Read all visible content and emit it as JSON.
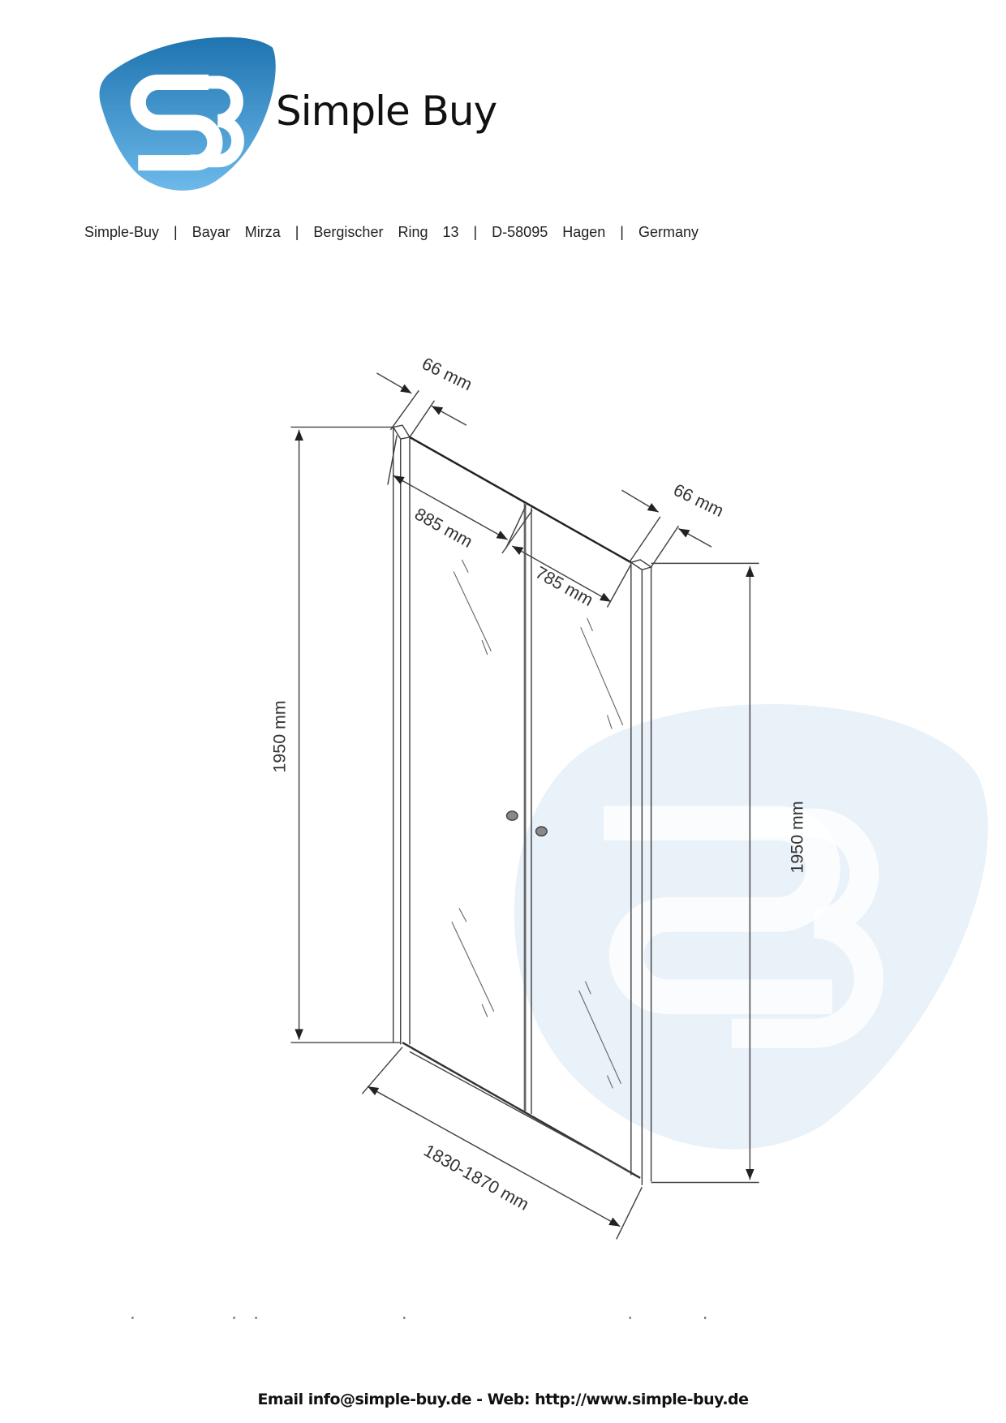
{
  "header": {
    "logo_text": "Simple Buy",
    "logo_monogram": "SB",
    "address": "Simple-Buy  |  Bayar  Mirza  |  Bergischer  Ring  13  |  D-58095  Hagen  |  Germany"
  },
  "drawing": {
    "top_left_post_width": "66 mm",
    "top_right_post_width": "66 mm",
    "left_panel_width": "885 mm",
    "right_panel_width": "785 mm",
    "left_height": "1950 mm",
    "right_height": "1950 mm",
    "total_width": "1830-1870 mm"
  },
  "footer": {
    "contact": "Email info@simple-buy.de -  Web: http://www.simple-buy.de"
  },
  "colors": {
    "logo_dark": "#1f74b0",
    "logo_light": "#6cb9ea",
    "watermark": "#e8f0f8"
  }
}
